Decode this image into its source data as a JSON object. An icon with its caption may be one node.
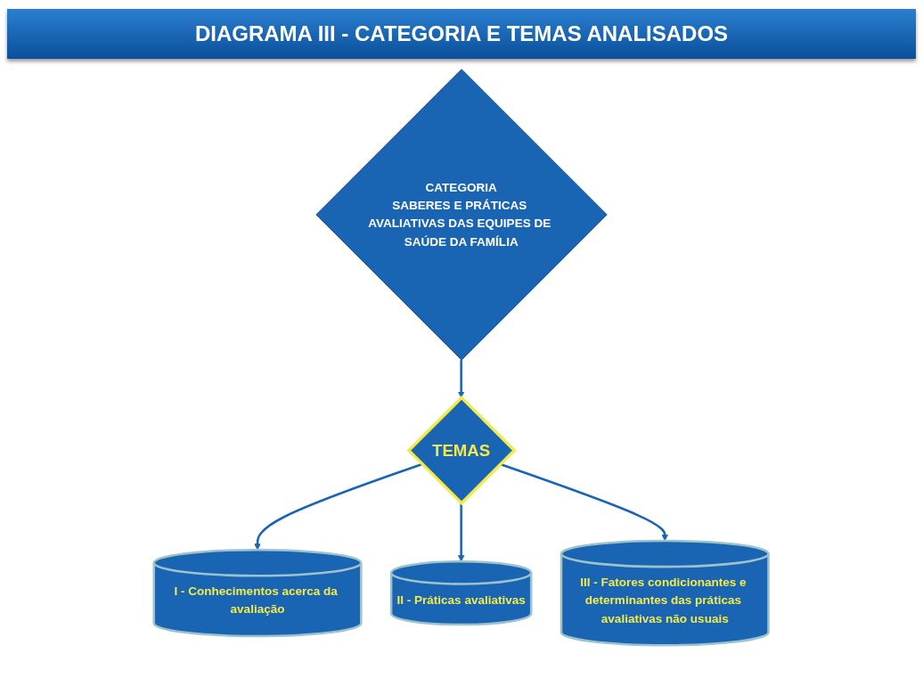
{
  "diagram": {
    "title": "DIAGRAMA III  -  CATEGORIA E TEMAS ANALISADOS",
    "nodes": [
      {
        "text": [
          "CATEGORIA",
          "SABERES E PRÁTICAS AVALIATIVAS DAS EQUIPES DE SAÚDE DA FAMÍLIA"
        ]
      },
      {
        "text": [
          "TEMAS"
        ]
      },
      {
        "text": [
          "I - Conhecimentos acerca da avaliação"
        ]
      },
      {
        "text": [
          "II - Práticas avaliativas"
        ]
      },
      {
        "text": [
          "III - Fatores condicionantes e determinantes das práticas avaliativas não usuais"
        ]
      }
    ],
    "edges": [
      {
        "from": 0,
        "to": 1,
        "arrow": "to"
      },
      {
        "from": 1,
        "to": 2,
        "arrow": "to"
      },
      {
        "from": 1,
        "to": 3,
        "arrow": "to"
      },
      {
        "from": 1,
        "to": 4,
        "arrow": "to"
      }
    ]
  }
}
